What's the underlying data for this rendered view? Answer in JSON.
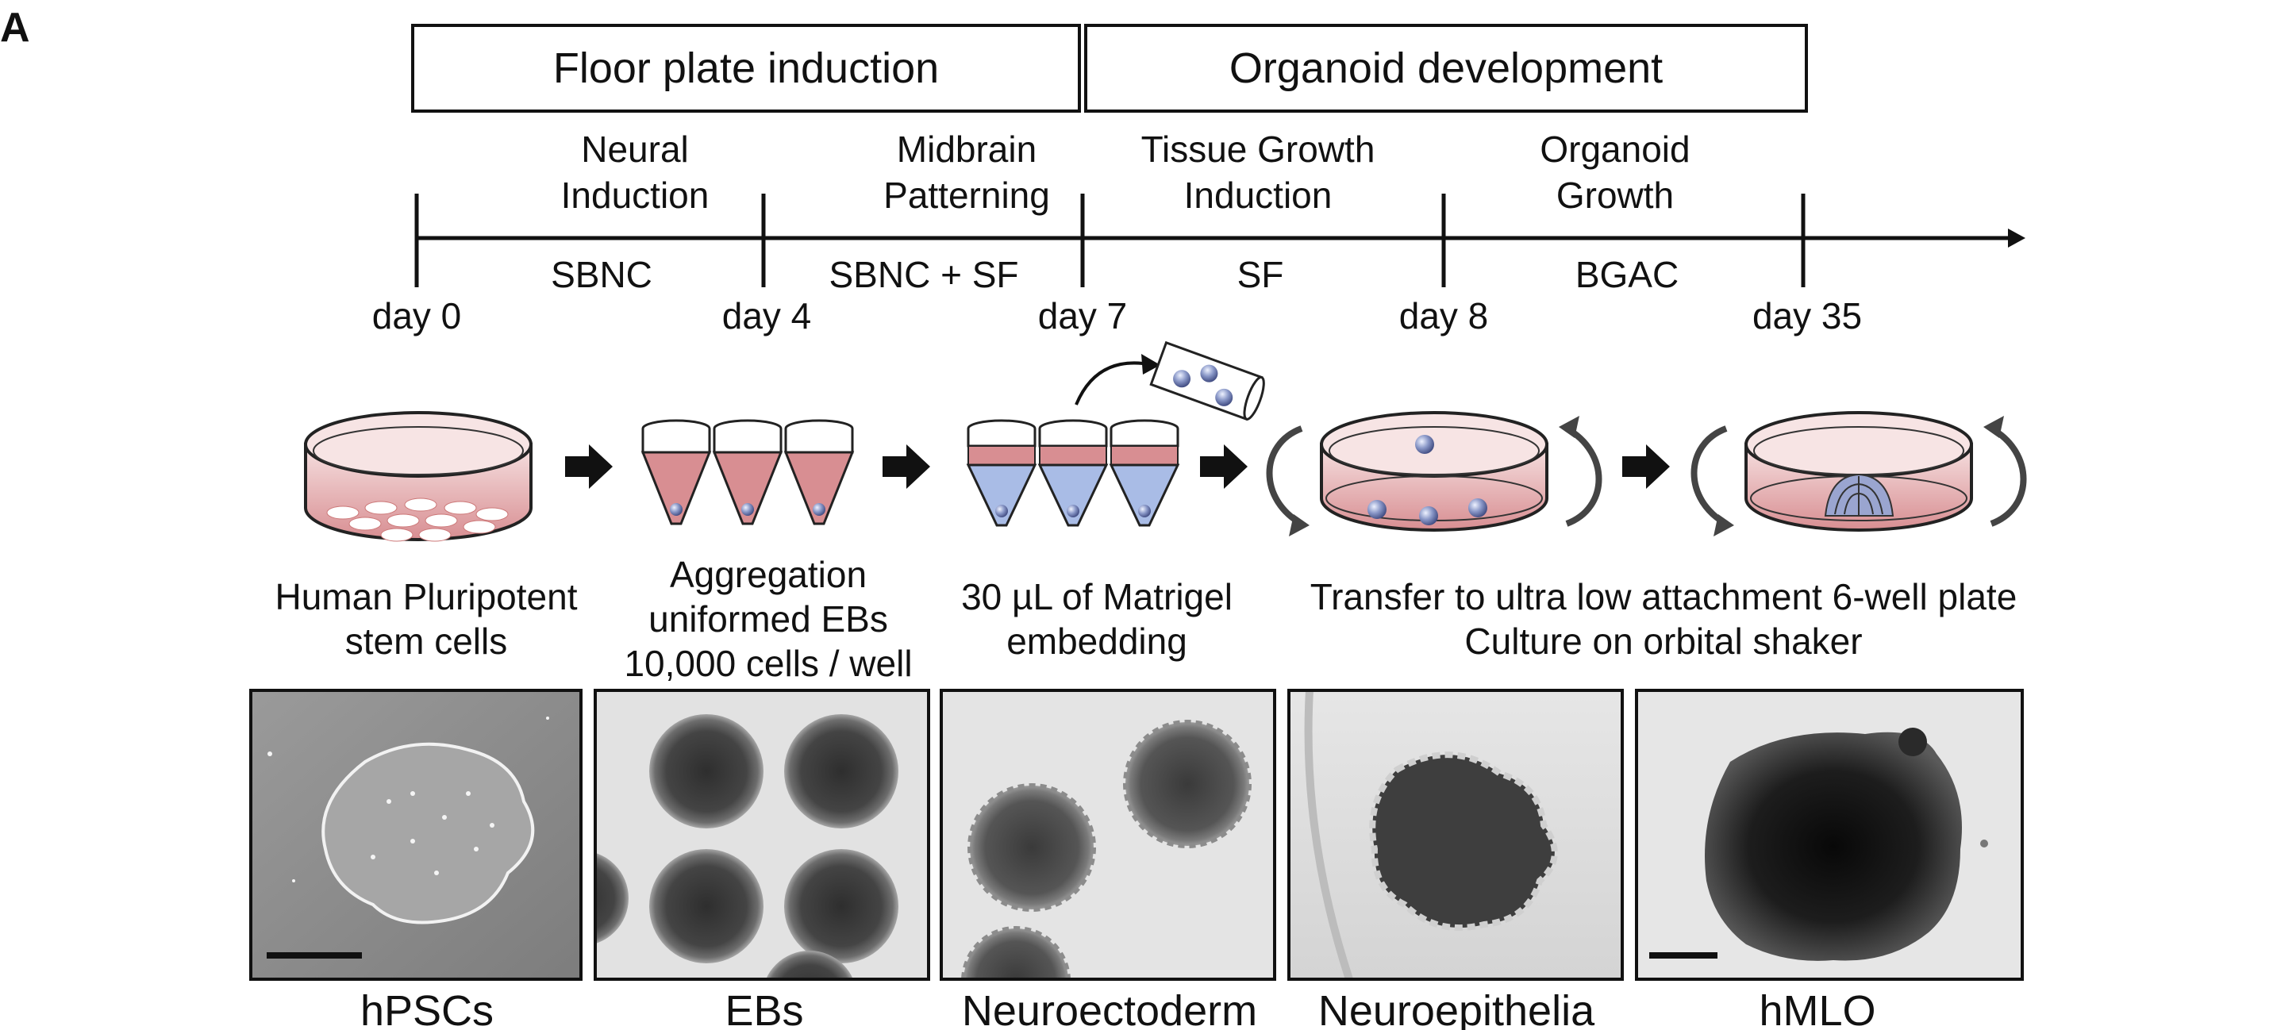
{
  "panel_letter": "A",
  "phases": [
    {
      "label": "Floor plate induction"
    },
    {
      "label": "Organoid development"
    }
  ],
  "stages": [
    {
      "line1": "Neural",
      "line2": "Induction",
      "medium": "SBNC"
    },
    {
      "line1": "Midbrain",
      "line2": "Patterning",
      "medium": "SBNC + SF"
    },
    {
      "line1": "Tissue Growth",
      "line2": "Induction",
      "medium": "SF"
    },
    {
      "line1": "Organoid",
      "line2": "Growth",
      "medium": "BGAC"
    }
  ],
  "days": [
    "day 0",
    "day 4",
    "day 7",
    "day 8",
    "day 35"
  ],
  "steps": [
    {
      "line1": "Human Pluripotent",
      "line2": "stem cells"
    },
    {
      "line1": "Aggregation",
      "line2": "uniformed EBs",
      "line3": "10,000 cells / well"
    },
    {
      "line1": "30 µL of Matrigel",
      "line2": "embedding"
    },
    {
      "line1": "Transfer to ultra low attachment 6-well plate",
      "line2": "Culture on orbital shaker"
    }
  ],
  "images": [
    {
      "caption": "hPSCs"
    },
    {
      "caption": "EBs"
    },
    {
      "caption": "Neuroectoderm"
    },
    {
      "caption": "Neuroepithelia"
    },
    {
      "caption": "hMLO"
    }
  ],
  "colors": {
    "medium_pink": "#d88e92",
    "light_pink": "#f3d6d6",
    "matrigel_blue": "#a9bce6",
    "cell_blue": "#5f6fa8",
    "arrow_gray": "#444444"
  }
}
